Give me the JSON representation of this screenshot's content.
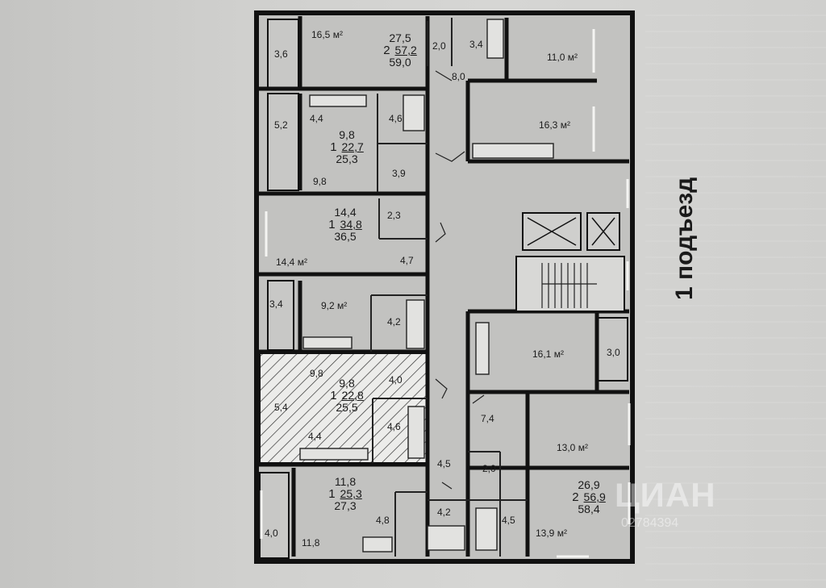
{
  "entrance": {
    "label": "1 подъезд"
  },
  "watermark": {
    "brand": "ЦИАН",
    "code": "02784394"
  },
  "apartments": [
    {
      "id": "apt-top",
      "area": "27,5",
      "rooms": "2",
      "living": "57,2",
      "total": "59,0"
    },
    {
      "id": "apt-2",
      "area": "9,8",
      "rooms": "1",
      "living": "22,7",
      "total": "25,3"
    },
    {
      "id": "apt-3",
      "area": "14,4",
      "rooms": "1",
      "living": "34,8",
      "total": "36,5"
    },
    {
      "id": "apt-4",
      "area": "9,8",
      "rooms": "1",
      "living": "22,8",
      "total": "25,5"
    },
    {
      "id": "apt-5",
      "area": "11,8",
      "rooms": "1",
      "living": "25,3",
      "total": "27,3"
    },
    {
      "id": "apt-6",
      "area": "26,9",
      "rooms": "2",
      "living": "56,9",
      "total": "58,4"
    }
  ],
  "rooms": {
    "r1": "16,5 м²",
    "r2": "3,6",
    "r3": "2,0",
    "r4": "3,4",
    "r5": "11,0 м²",
    "r6": "8,0",
    "r7": "16,3 м²",
    "r8": "5,2",
    "r9": "4,4",
    "r10": "4,6",
    "r11": "9,8",
    "r12": "3,9",
    "r13": "2,3",
    "r14": "14,4 м²",
    "r15": "4,7",
    "r16": "3,4",
    "r17": "9,2 м²",
    "r18": "4,2",
    "r19": "16,1 м²",
    "r20": "3,0",
    "r21": "9,8",
    "r22": "4,0",
    "r23": "5,4",
    "r24": "4,6",
    "r25": "4,4",
    "r26": "7,4",
    "r27": "13,0 м²",
    "r28": "4,5",
    "r29": "2,0",
    "r30": "4,0",
    "r31": "4,8",
    "r32": "4,2",
    "r33": "4,5",
    "r34": "11,8",
    "r35": "13,9 м²"
  }
}
